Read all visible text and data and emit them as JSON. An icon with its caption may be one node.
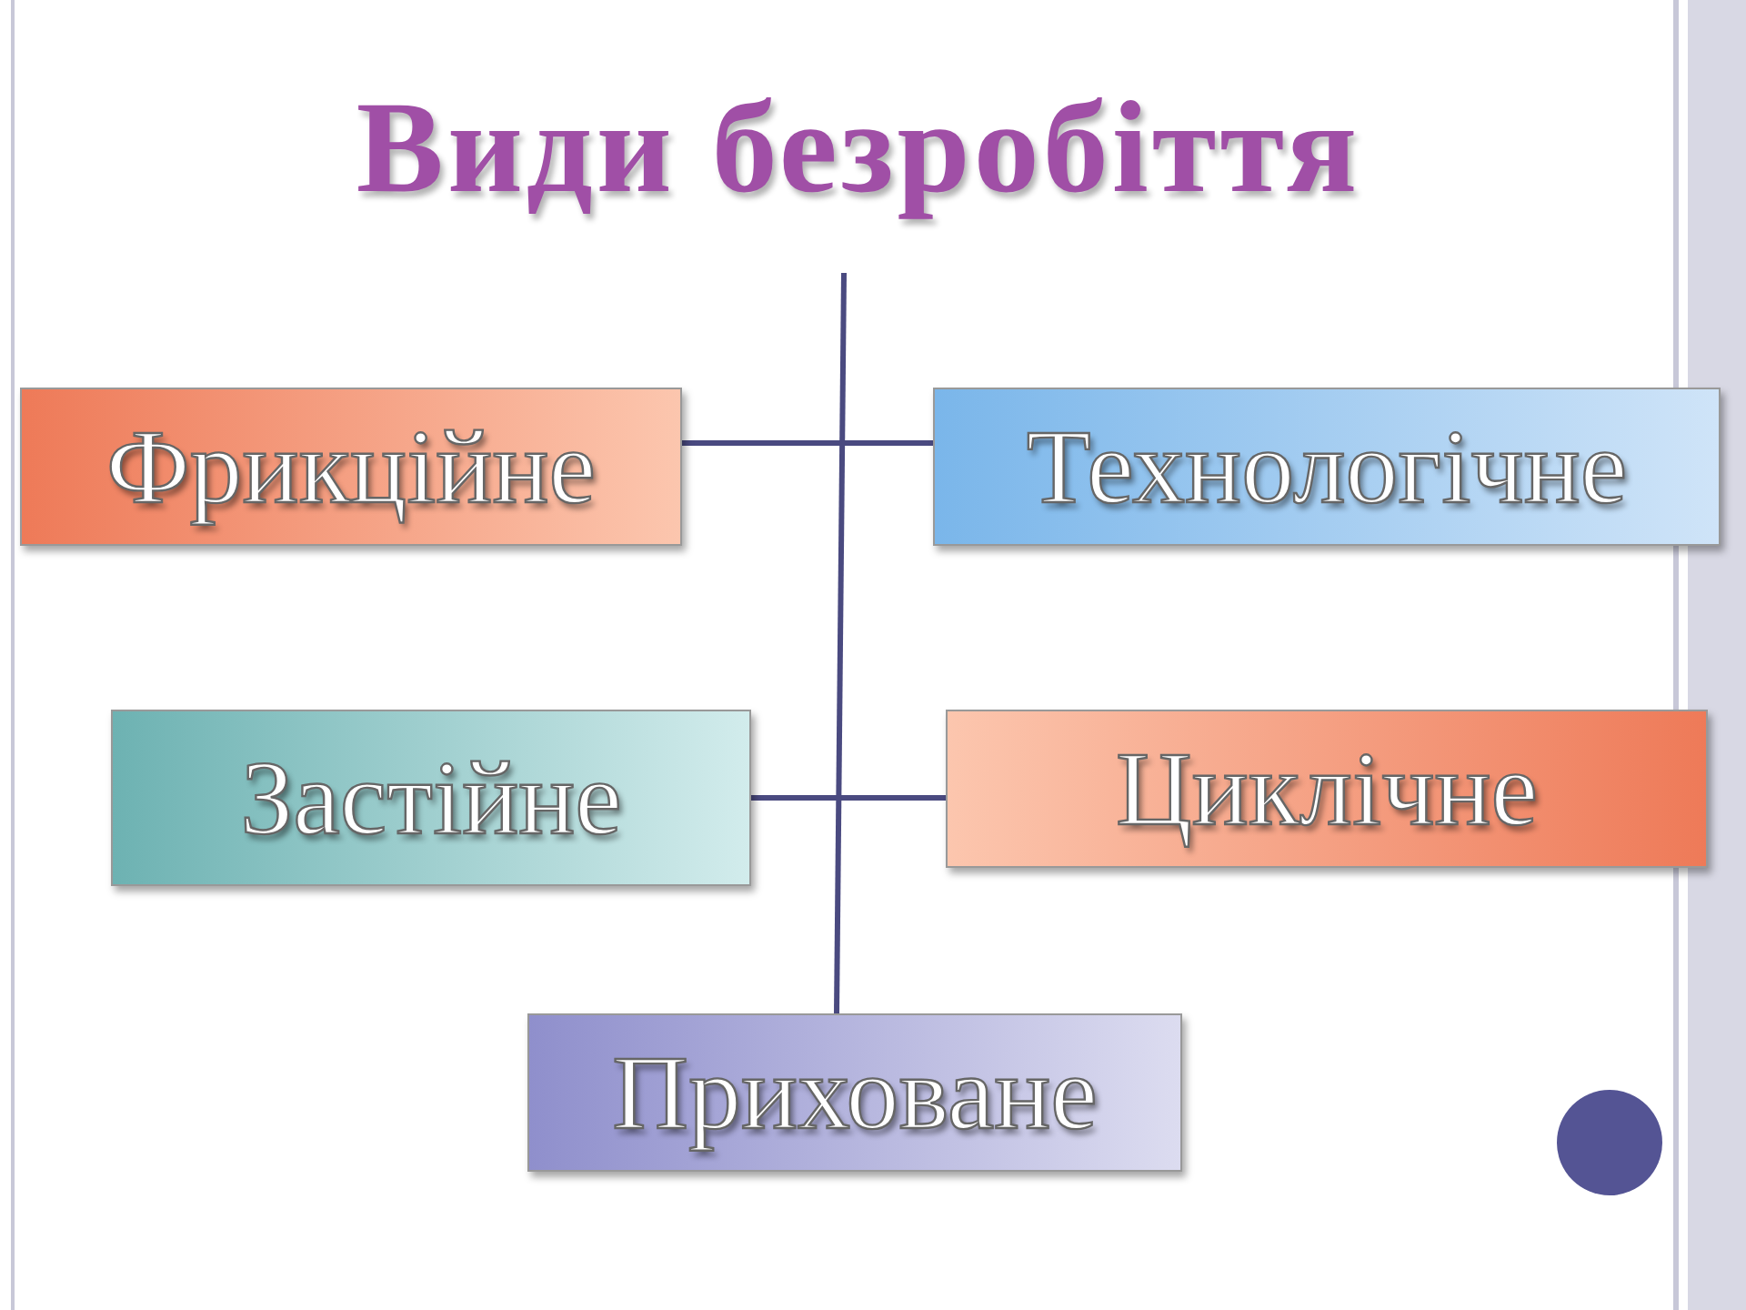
{
  "diagram": {
    "title": "Види безробіття",
    "nodes": [
      {
        "text": [
          "Фрикційне"
        ]
      },
      {
        "text": [
          "Технологічне"
        ]
      },
      {
        "text": [
          "Застійне"
        ]
      },
      {
        "text": [
          "Циклічне"
        ]
      },
      {
        "text": [
          "Приховане"
        ]
      }
    ],
    "edges": [
      {
        "from": 0,
        "to": 1,
        "arrow": "none"
      },
      {
        "from": 2,
        "to": 3,
        "arrow": "none"
      },
      {
        "from": null,
        "to": 4,
        "arrow": "none"
      }
    ]
  }
}
